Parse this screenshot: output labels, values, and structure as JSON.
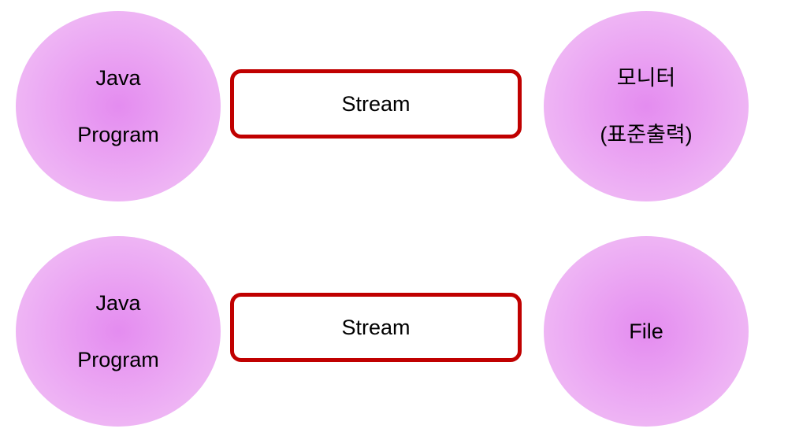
{
  "diagram": {
    "rows": [
      {
        "source": {
          "lines": [
            "Java",
            "Program"
          ]
        },
        "channel": {
          "label": "Stream"
        },
        "target": {
          "lines": [
            "모니터",
            "(표준출력)"
          ]
        }
      },
      {
        "source": {
          "lines": [
            "Java",
            "Program"
          ]
        },
        "channel": {
          "label": "Stream"
        },
        "target": {
          "lines": [
            "File"
          ]
        }
      }
    ]
  }
}
